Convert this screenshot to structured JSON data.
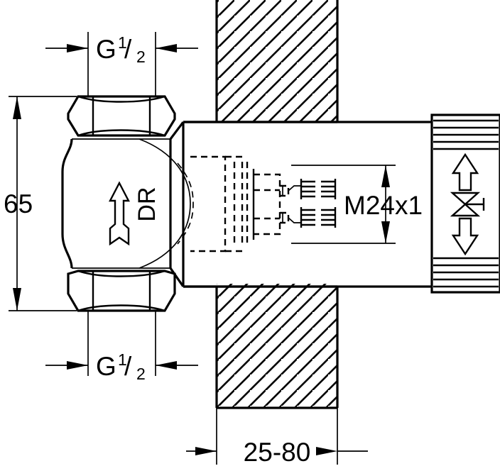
{
  "drawing": {
    "title": "Concealed valve technical drawing",
    "line_color": "#000000",
    "background_color": "#ffffff"
  },
  "dimensions": {
    "top_thread": {
      "name": "top-thread-dimension",
      "prefix": "G",
      "numerator": "1",
      "slash": "/",
      "denominator": "2"
    },
    "bottom_thread": {
      "name": "bottom-thread-dimension",
      "prefix": "G",
      "numerator": "1",
      "slash": "/",
      "denominator": "2"
    },
    "height": {
      "name": "overall-height-dimension",
      "value": "65"
    },
    "spindle_thread": {
      "name": "spindle-thread-dimension",
      "value": "M24x1"
    },
    "wall_depth": {
      "name": "wall-depth-dimension",
      "value": "25-80"
    }
  },
  "body": {
    "flow_label": "DR",
    "flow_arrow": "up-arrow-icon"
  },
  "escutcheon": {
    "valve_symbol": "valve-bowtie-icon",
    "up_arrow": "up-arrow-icon",
    "down_arrow": "down-arrow-icon"
  },
  "wall": {
    "hatch_style": "45-degree-diagonal",
    "label": "wall-section"
  }
}
